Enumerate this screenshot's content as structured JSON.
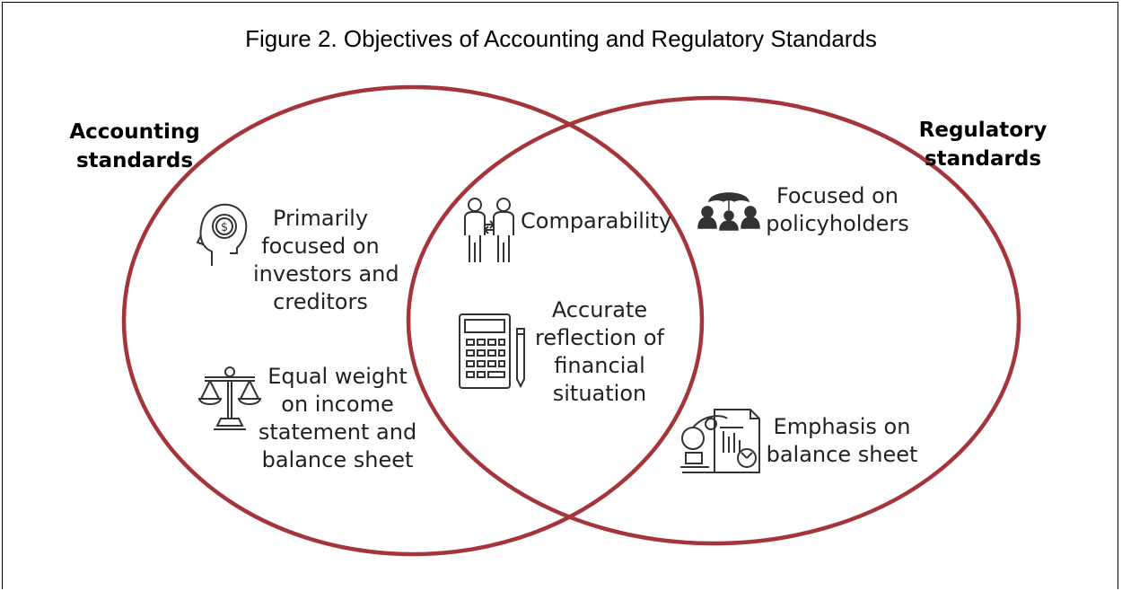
{
  "figure": {
    "title": "Figure 2. Objectives of Accounting and Regulatory Standards",
    "circle_color": "#a5353a"
  },
  "sets": {
    "left": {
      "name_line1": "Accounting",
      "name_line2": "standards",
      "items": [
        {
          "icon": "head-dollar-icon",
          "text": [
            "Primarily",
            "focused on",
            "investors and",
            "creditors"
          ]
        },
        {
          "icon": "scales-icon",
          "text": [
            "Equal weight",
            "on income",
            "statement and",
            "balance sheet"
          ]
        }
      ]
    },
    "overlap": {
      "items": [
        {
          "icon": "two-people-icon",
          "text": [
            "Comparability"
          ]
        },
        {
          "icon": "calculator-pencil-icon",
          "text": [
            "Accurate",
            "reflection of",
            "financial",
            "situation"
          ]
        }
      ]
    },
    "right": {
      "name_line1": "Regulatory",
      "name_line2": "standards",
      "items": [
        {
          "icon": "people-umbrella-icon",
          "text": [
            "Focused on",
            "policyholders"
          ]
        },
        {
          "icon": "balance-sheet-analysis-icon",
          "text": [
            "Emphasis on",
            "balance sheet"
          ]
        }
      ]
    }
  }
}
